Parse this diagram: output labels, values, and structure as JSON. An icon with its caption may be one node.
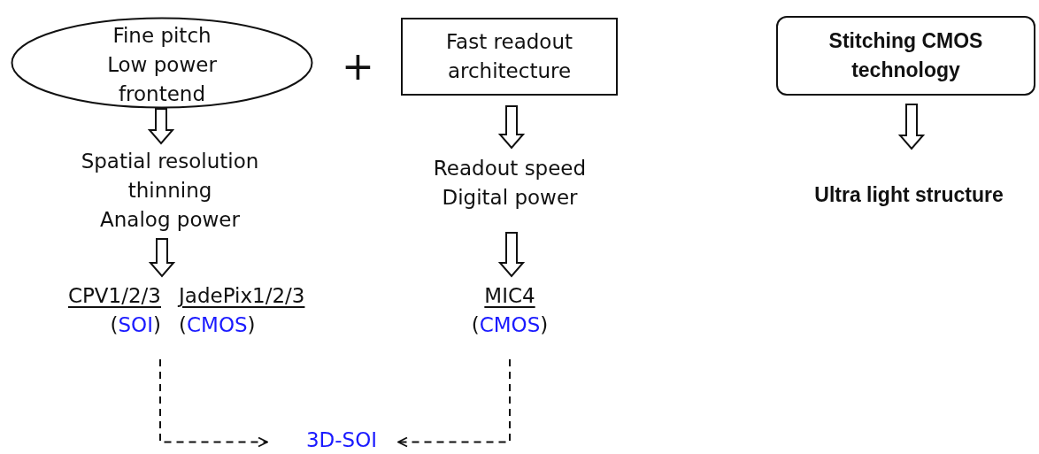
{
  "diagram": {
    "nodes": [
      {
        "text": [
          "Fine pitch",
          "Low power frontend"
        ]
      },
      {
        "text": [
          "Fast readout architecture"
        ]
      },
      {
        "text": [
          "Stitching CMOS technology"
        ]
      },
      {
        "text": [
          "Spatial resolution",
          "thinning",
          "Analog power"
        ]
      },
      {
        "text": [
          "Readout speed",
          "Digital power"
        ]
      },
      {
        "text": [
          "Ultra light structure"
        ]
      },
      {
        "text": [
          "CPV1/2/3",
          "(SOI)"
        ]
      },
      {
        "text": [
          "JadePix1/2/3",
          "(CMOS)"
        ]
      },
      {
        "text": [
          "MIC4",
          "(CMOS)"
        ]
      },
      {
        "text": [
          "3D-SOI"
        ]
      }
    ],
    "edges": [
      {
        "from": 0,
        "to": 3,
        "arrow": "to"
      },
      {
        "from": 1,
        "to": 4,
        "arrow": "to"
      },
      {
        "from": 3,
        "to": 6,
        "arrow": "to"
      },
      {
        "from": 3,
        "to": 7,
        "arrow": "to"
      },
      {
        "from": 4,
        "to": 8,
        "arrow": "to"
      },
      {
        "from": 2,
        "to": 5,
        "arrow": "to"
      },
      {
        "from": 6,
        "to": 9,
        "arrow": "to",
        "style": "dashed"
      },
      {
        "from": 8,
        "to": 9,
        "arrow": "to",
        "style": "dashed"
      }
    ],
    "labels": [
      "+"
    ]
  }
}
